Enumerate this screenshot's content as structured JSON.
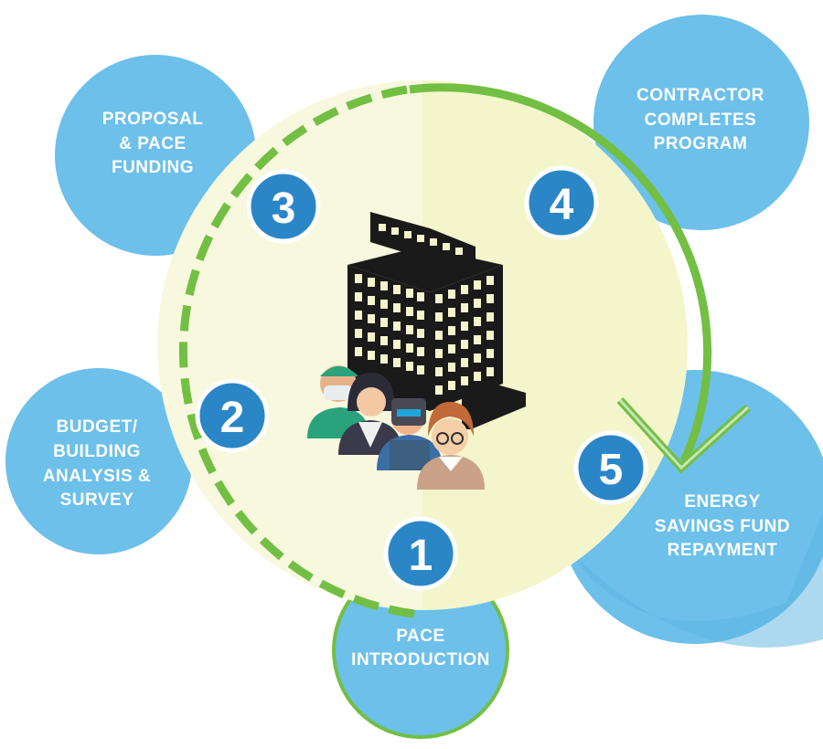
{
  "diagram": {
    "stages": [
      {
        "number": "1",
        "lines": [
          "PACE",
          "INTRODUCTION"
        ]
      },
      {
        "number": "2",
        "lines": [
          "BUDGET/",
          "BUILDING",
          "ANALYSIS &",
          "SURVEY"
        ]
      },
      {
        "number": "3",
        "lines": [
          "PROPOSAL",
          "& PACE",
          "FUNDING"
        ]
      },
      {
        "number": "4",
        "lines": [
          "CONTRACTOR",
          "COMPLETES",
          "PROGRAM"
        ]
      },
      {
        "number": "5",
        "lines": [
          "ENERGY",
          "SAVINGS FUND",
          "REPAYMENT"
        ]
      }
    ],
    "icons": [
      "office-building-icon",
      "people-group-icon"
    ],
    "colors": {
      "bubble": "#6cc0ea",
      "bubble_dark": "#5ab3df",
      "center_left": "#f8f8df",
      "center_right": "#f5f5cc",
      "badge": "#2b86c7",
      "arrow": "#72bf44",
      "building": "#1a1a1a"
    }
  }
}
